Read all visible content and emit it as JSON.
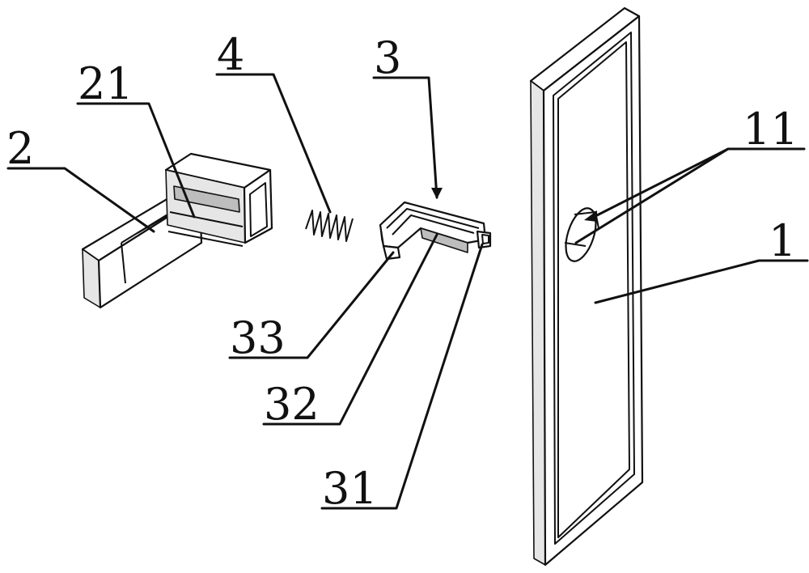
{
  "figure": {
    "labels": {
      "part_1": "1",
      "part_11": "11",
      "part_2": "2",
      "part_21": "21",
      "part_3": "3",
      "part_31": "31",
      "part_32": "32",
      "part_33": "33",
      "part_4": "4"
    }
  }
}
